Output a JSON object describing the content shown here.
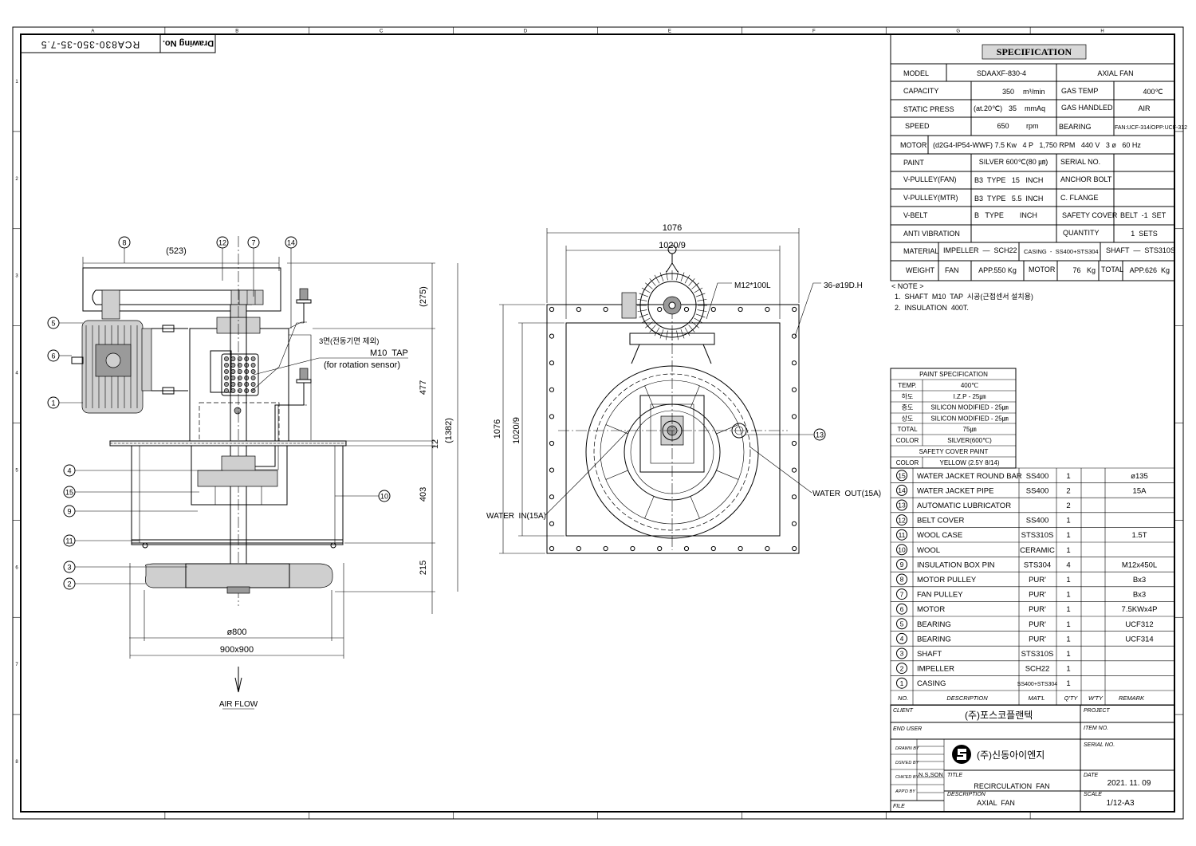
{
  "drawing_no": {
    "label": "Drawing No.",
    "value": "RCA830-350-35-7.5"
  },
  "zones": {
    "columns": [
      "A",
      "B",
      "C",
      "D",
      "E",
      "F",
      "G",
      "H"
    ],
    "rows": [
      "1",
      "2",
      "3",
      "4",
      "5",
      "6",
      "7",
      "8"
    ]
  },
  "spec": {
    "title": "SPECIFICATION",
    "model": {
      "label": "MODEL",
      "value": "SDAAXF-830-4",
      "type": "AXIAL FAN"
    },
    "capacity": {
      "label": "CAPACITY",
      "value": "350",
      "unit": "m³/min"
    },
    "gas_temp": {
      "label": "GAS TEMP",
      "value": "400℃"
    },
    "static_press": {
      "label": "STATIC PRESS",
      "note": "(at.20℃)",
      "value": "35",
      "unit": "mmAq"
    },
    "gas_handled": {
      "label": "GAS HANDLED",
      "value": "AIR"
    },
    "speed": {
      "label": "SPEED",
      "value": "650",
      "unit": "rpm"
    },
    "bearing": {
      "label": "BEARING",
      "value": "FAN:UCF-314/OPP:UCF-312"
    },
    "motor": {
      "label": "MOTOR",
      "value": "(d2G4-IP54-WWF) 7.5 Kw   4 P   1,750 RPM   440 V   3 ø   60 Hz"
    },
    "paint": {
      "label": "PAINT",
      "value": "SILVER 600℃(80 ㎛)"
    },
    "serial": {
      "label": "SERIAL NO.",
      "value": ""
    },
    "vp_fan": {
      "label": "V-PULLEY(FAN)",
      "value": "B3  TYPE   15   INCH"
    },
    "anchor": {
      "label": "ANCHOR BOLT",
      "value": ""
    },
    "vp_mtr": {
      "label": "V-PULLEY(MTR)",
      "value": "B3  TYPE   5.5  INCH"
    },
    "flange": {
      "label": "C. FLANGE",
      "value": ""
    },
    "vbelt": {
      "label": "V-BELT",
      "value": "B   TYPE        INCH"
    },
    "safety": {
      "label": "SAFETY COVER",
      "value": "BELT  -1  SET"
    },
    "antivib": {
      "label": "ANTI VIBRATION",
      "value": ""
    },
    "quantity": {
      "label": "QUANTITY",
      "value": "1  SETS"
    },
    "material": {
      "label": "MATERIAL",
      "impeller": "IMPELLER  —  SCH22",
      "casing": "CASING  -  SS400+STS304",
      "shaft": "SHAFT  —  STS310S"
    },
    "weight": {
      "label": "WEIGHT",
      "fan_label": "FAN",
      "fan": "APP.550  Kg",
      "motor_label": "MOTOR",
      "motor": "76   Kg",
      "total_label": "TOTAL",
      "total": "APP.626  Kg"
    }
  },
  "notes": {
    "title": "< NOTE >",
    "lines": [
      "1.  SHAFT  M10  TAP  시공(근접센서 설치용)",
      "2.  INSULATION  400T."
    ]
  },
  "paint_spec": {
    "title": "PAINT SPECIFICATION",
    "rows": [
      {
        "k": "TEMP.",
        "v": "400℃"
      },
      {
        "k": "하도",
        "v": "I.Z.P - 25㎛"
      },
      {
        "k": "중도",
        "v": "SILICON MODIFIED - 25㎛"
      },
      {
        "k": "상도",
        "v": "SILICON MODIFIED - 25㎛"
      },
      {
        "k": "TOTAL",
        "v": "75㎛"
      },
      {
        "k": "COLOR",
        "v": "SILVER(600℃)"
      }
    ],
    "safety_title": "SAFETY COVER PAINT",
    "safety_color": {
      "k": "COLOR",
      "v": "YELLOW (2.5Y 8/14)"
    }
  },
  "bom": {
    "rows": [
      {
        "no": "15",
        "desc": "WATER JACKET ROUND BAR",
        "mat": "SS400",
        "qty": "1",
        "wty": "",
        "remark": "ø135"
      },
      {
        "no": "14",
        "desc": "WATER JACKET PIPE",
        "mat": "SS400",
        "qty": "2",
        "wty": "",
        "remark": "15A"
      },
      {
        "no": "13",
        "desc": "AUTOMATIC LUBRICATOR",
        "mat": "",
        "qty": "2",
        "wty": "",
        "remark": ""
      },
      {
        "no": "12",
        "desc": "BELT COVER",
        "mat": "SS400",
        "qty": "1",
        "wty": "",
        "remark": ""
      },
      {
        "no": "11",
        "desc": "WOOL CASE",
        "mat": "STS310S",
        "qty": "1",
        "wty": "",
        "remark": "1.5T"
      },
      {
        "no": "10",
        "desc": "WOOL",
        "mat": "CERAMIC",
        "qty": "1",
        "wty": "",
        "remark": ""
      },
      {
        "no": "9",
        "desc": "INSULATION BOX PIN",
        "mat": "STS304",
        "qty": "4",
        "wty": "",
        "remark": "M12x450L"
      },
      {
        "no": "8",
        "desc": "MOTOR PULLEY",
        "mat": "PUR'",
        "qty": "1",
        "wty": "",
        "remark": "Bx3"
      },
      {
        "no": "7",
        "desc": "FAN PULLEY",
        "mat": "PUR'",
        "qty": "1",
        "wty": "",
        "remark": "Bx3"
      },
      {
        "no": "6",
        "desc": "MOTOR",
        "mat": "PUR'",
        "qty": "1",
        "wty": "",
        "remark": "7.5KWx4P"
      },
      {
        "no": "5",
        "desc": "BEARING",
        "mat": "PUR'",
        "qty": "1",
        "wty": "",
        "remark": "UCF312"
      },
      {
        "no": "4",
        "desc": "BEARING",
        "mat": "PUR'",
        "qty": "1",
        "wty": "",
        "remark": "UCF314"
      },
      {
        "no": "3",
        "desc": "SHAFT",
        "mat": "STS310S",
        "qty": "1",
        "wty": "",
        "remark": ""
      },
      {
        "no": "2",
        "desc": "IMPELLER",
        "mat": "SCH22",
        "qty": "1",
        "wty": "",
        "remark": ""
      },
      {
        "no": "1",
        "desc": "CASING",
        "mat": "SS400+STS304",
        "qty": "1",
        "wty": "",
        "remark": ""
      }
    ],
    "headers": {
      "no": "NO.",
      "desc": "DESCRIPTION",
      "mat": "MAT'L",
      "qty": "Q'TY",
      "wty": "W'TY",
      "remark": "REMARK"
    }
  },
  "title_block": {
    "client_label": "CLIENT",
    "client": "(주)포스코플랜텍",
    "project_label": "PROJECT",
    "end_user_label": "END USER",
    "item_label": "ITEM NO.",
    "serial_label": "SERIAL NO.",
    "drawn_label": "DRAWN BY",
    "designed_label": "DSN'ED BY",
    "checked_label": "CHK'ED BY",
    "checked": "N.S,SON",
    "approved_label": "APP'D BY",
    "file_label": "FILE",
    "company": "(주)신동아이엔지",
    "title_label": "TITLE",
    "title": "RECIRCULATION  FAN",
    "desc_label": "DESCRIPTION",
    "desc": "AXIAL  FAN",
    "date_label": "DATE",
    "date": "2021. 11. 09",
    "scale_label": "SCALE",
    "scale": "1/12-A3"
  },
  "side_view": {
    "balloons": [
      "8",
      "12",
      "7",
      "14",
      "5",
      "6",
      "1",
      "4",
      "15",
      "9",
      "11",
      "3",
      "2",
      "10"
    ],
    "dims": {
      "top": "(523)",
      "h275": "(275)",
      "h477": "477",
      "h12": "12",
      "h1382": "(1382)",
      "h403": "403",
      "h215": "215",
      "d800": "ø800",
      "w900": "900x900"
    },
    "note_3face": "3면(전동기면 제외)",
    "tap": "M10  TAP",
    "tap2": "(for rotation sensor)",
    "airflow": "AIR FLOW"
  },
  "front_view": {
    "dims": {
      "w1076": "1076",
      "w1020": "1020/9",
      "h1076": "1076",
      "h1020": "1020/9"
    },
    "bolt": "M12*100L",
    "holes": "36-ø19D.H",
    "balloon": "13",
    "water_out": "WATER  OUT(15A)",
    "water_in": "WATER  IN(15A)"
  }
}
